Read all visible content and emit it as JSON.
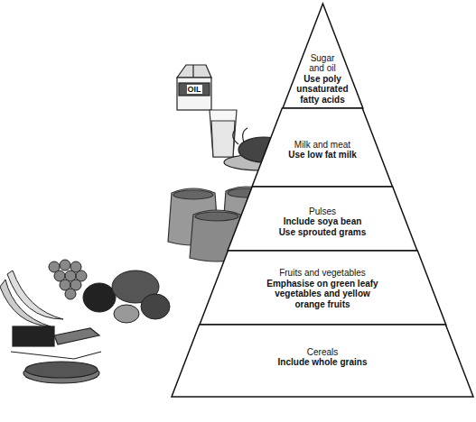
{
  "diagram": {
    "nodes": [
      {
        "text": [
          "Sugar and oil",
          "Use poly unsaturated fatty acids"
        ]
      },
      {
        "text": [
          "Milk and meat",
          "Use low fat milk"
        ]
      },
      {
        "text": [
          "Pulses",
          "Include soya bean",
          "Use sprouted grams"
        ]
      },
      {
        "text": [
          "Fruits and vegetables",
          "Emphasise on green leafy vegetables and yellow orange fruits"
        ]
      },
      {
        "text": [
          "Cereals",
          "Include whole grains"
        ]
      }
    ],
    "labels": [
      "OIL"
    ]
  }
}
